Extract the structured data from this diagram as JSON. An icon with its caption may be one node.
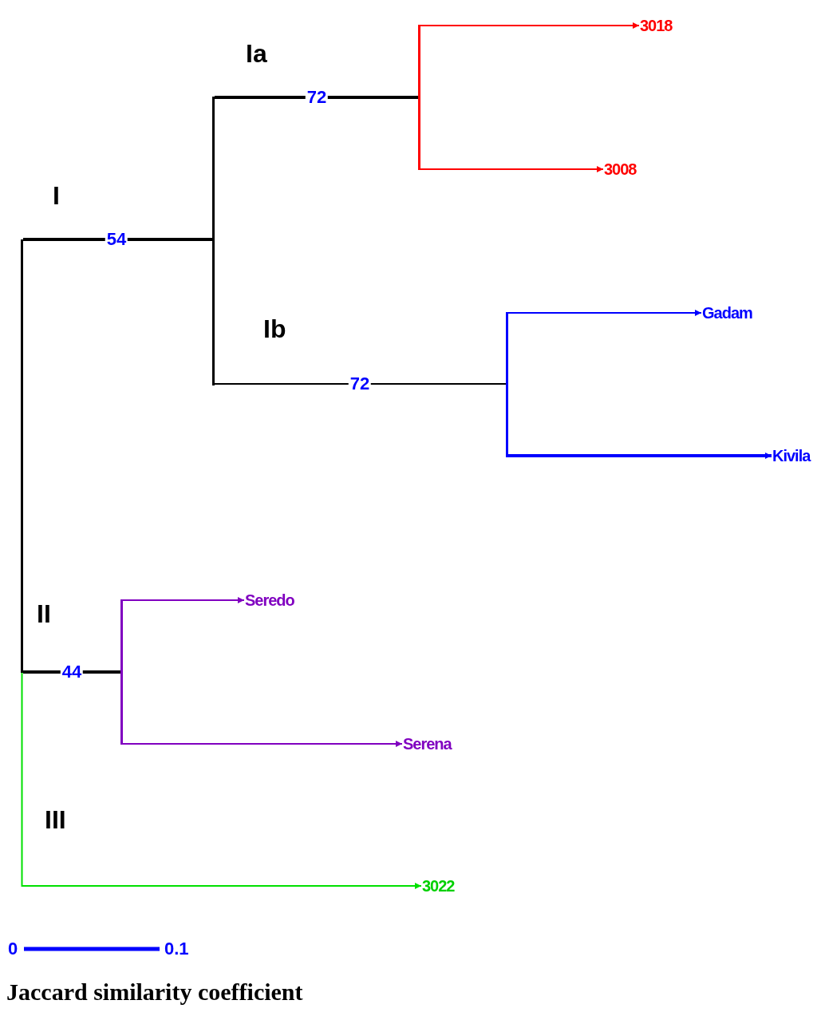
{
  "diagram": {
    "nodes": [
      {
        "text": [],
        "shape": "bar"
      },
      {
        "text": [],
        "shape": "bar"
      },
      {
        "text": [],
        "shape": "bar"
      },
      {
        "text": [
          "3018"
        ]
      },
      {
        "text": [
          "3008"
        ]
      },
      {
        "text": [],
        "shape": "bar"
      },
      {
        "text": [
          "Gadam"
        ]
      },
      {
        "text": [
          "Kivila"
        ]
      },
      {
        "text": [],
        "shape": "bar"
      },
      {
        "text": [
          "Seredo"
        ]
      },
      {
        "text": [
          "Serena"
        ]
      },
      {
        "text": [
          "3022"
        ]
      }
    ],
    "edges": [
      {
        "from": 0,
        "to": 1,
        "arrow": "none",
        "label": "54",
        "style": "thick",
        "color": "#000000"
      },
      {
        "from": 1,
        "to": 2,
        "arrow": "none",
        "label": "72",
        "style": "thick",
        "color": "#000000"
      },
      {
        "from": 2,
        "to": 3,
        "arrow": "to",
        "color": "#ff0000"
      },
      {
        "from": 2,
        "to": 4,
        "arrow": "to",
        "color": "#ff0000"
      },
      {
        "from": 1,
        "to": 5,
        "arrow": "none",
        "label": "72",
        "color": "#000000"
      },
      {
        "from": 5,
        "to": 6,
        "arrow": "to",
        "color": "#0000ff"
      },
      {
        "from": 5,
        "to": 7,
        "arrow": "to",
        "style": "thick",
        "color": "#0000ff"
      },
      {
        "from": 0,
        "to": 8,
        "arrow": "none",
        "label": "44",
        "style": "thick",
        "color": "#000000"
      },
      {
        "from": 8,
        "to": 9,
        "arrow": "to",
        "color": "#8000c0"
      },
      {
        "from": 8,
        "to": 10,
        "arrow": "to",
        "color": "#8000c0"
      },
      {
        "from": 0,
        "to": 11,
        "arrow": "to",
        "color": "#00e000"
      }
    ],
    "labels": [
      "Ia",
      "I",
      "Ib",
      "II",
      "III",
      "0",
      "0.1",
      "Jaccard similarity coefficient"
    ]
  }
}
